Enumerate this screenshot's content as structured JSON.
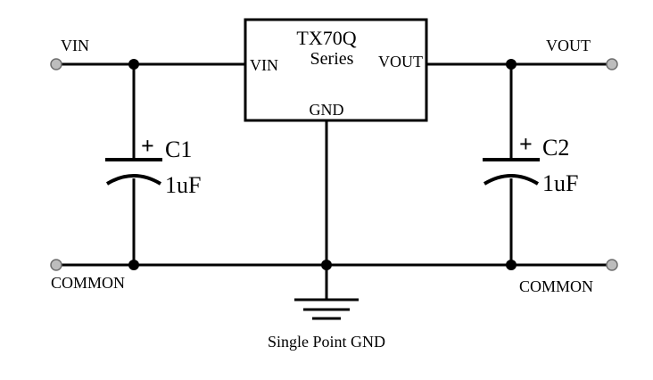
{
  "regulator": {
    "line1": "TX70Q",
    "line2": "Series",
    "pin_vin": "VIN",
    "pin_vout": "VOUT",
    "pin_gnd": "GND"
  },
  "terminals": {
    "vin": "VIN",
    "vout": "VOUT",
    "common_left": "COMMON",
    "common_right": "COMMON"
  },
  "caps": [
    {
      "ref": "C1",
      "value": "1uF",
      "polarity": "+"
    },
    {
      "ref": "C2",
      "value": "1uF",
      "polarity": "+"
    }
  ],
  "ground": {
    "label": "Single Point GND"
  }
}
